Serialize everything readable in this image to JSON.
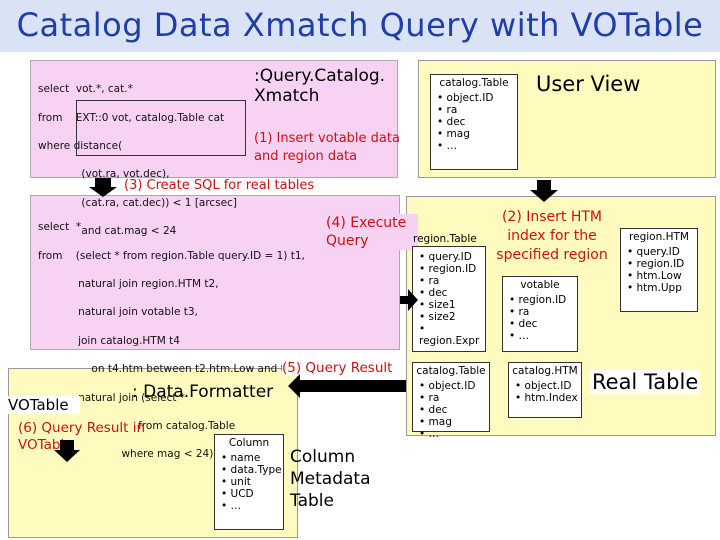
{
  "title": "Catalog Data Xmatch Query with VOTable",
  "query_box": {
    "kw_select": "select",
    "kw_from": "from",
    "kw_where": "where",
    "l1": "vot.*, cat.*",
    "l2": "EXT::0 vot, catalog.Table cat",
    "l3": "distance(",
    "l4": "(vot.ra, vot.dec),",
    "l5": "(cat.ra, cat.dec)) < 1 [arcsec]",
    "l6": "and cat.mag < 24"
  },
  "query_catalog_label": ":Query.Catalog.Xmatch",
  "step1": "(1) Insert votable data and region data",
  "user_view": "User View",
  "catalog_table_top": {
    "name": "catalog.Table",
    "items": [
      "object.ID",
      "ra",
      "dec",
      "mag",
      "…"
    ]
  },
  "step3": "(3) Create SQL for real tables",
  "sql": {
    "kw_select": "select",
    "kw_from": "from",
    "l1": "*",
    "l2": "(select * from region.Table query.ID = 1) t1,",
    "l3": "natural join region.HTM t2,",
    "l4": "natural join votable t3,",
    "l5": "join catalog.HTM t4",
    "l6": "on t4.htm between t2.htm.Low and t2.htm.Upp,",
    "l7": "natural join (select *",
    "l8": "from catalog.Table",
    "l9": "where mag < 24) t4,"
  },
  "step4": "(4) Execute Query",
  "step2": "(2) Insert HTM index for the specified region",
  "region_table": {
    "name": "region.Table",
    "items": [
      "query.ID",
      "region.ID",
      "ra",
      "dec",
      "size1",
      "size2",
      "region.Expr"
    ]
  },
  "region_htm": {
    "name": "region.HTM",
    "items": [
      "query.ID",
      "region.ID",
      "htm.Low",
      "htm.Upp"
    ]
  },
  "votable_table": {
    "name": "votable",
    "items": [
      "region.ID",
      "ra",
      "dec",
      "…"
    ]
  },
  "step5": "(5) Query Result",
  "data_formatter": ": Data.Formatter",
  "votable_label": "VOTable",
  "step6": "(6) Query Result in VOTable",
  "column_table": {
    "name": "Column",
    "items": [
      "name",
      "data.Type",
      "unit",
      "UCD",
      "…"
    ]
  },
  "column_metadata_label": "Column Metadata Table",
  "catalog_table_bottom": {
    "name": "catalog.Table",
    "items": [
      "object.ID",
      "ra",
      "dec",
      "mag",
      "…"
    ]
  },
  "catalog_htm": {
    "name": "catalog.HTM",
    "items": [
      "object.ID",
      "htm.Index"
    ]
  },
  "real_table": "Real Table",
  "colors": {
    "title_bg": "#d9e3f5",
    "title_text": "#1f3ea8",
    "user_band": "#fffbbf",
    "pink": "#f7d2f2",
    "step_red": "#cc1111"
  }
}
